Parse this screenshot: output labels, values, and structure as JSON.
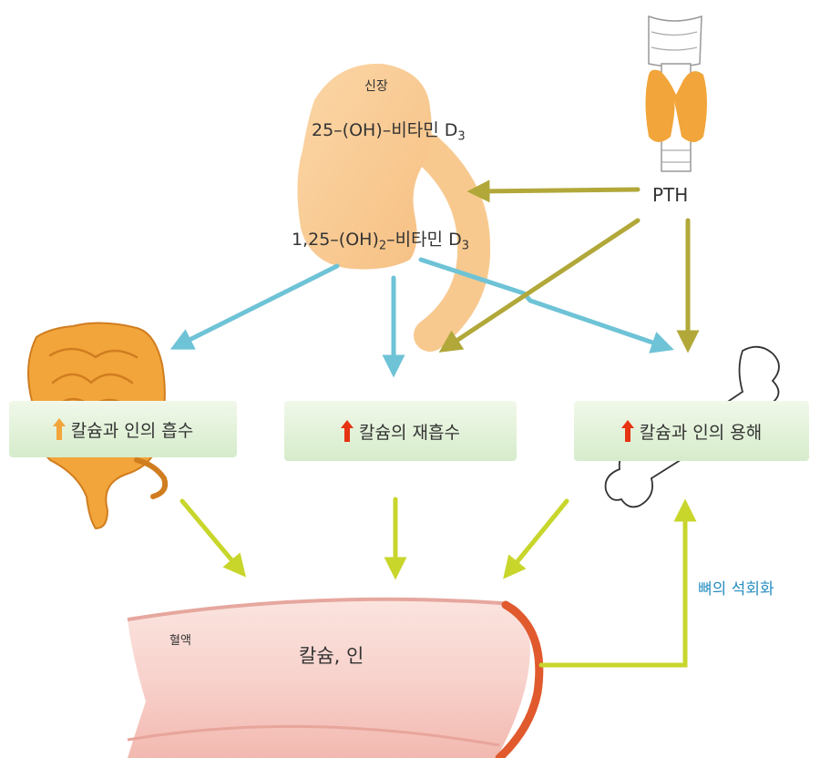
{
  "labels": {
    "kidney": "신장",
    "vitd_25": "25–(OH)–비타민 D",
    "vitd_25_sub": "3",
    "vitd_125_pre": "1,25–(OH)",
    "vitd_125_sub1": "2",
    "vitd_125_mid": "–비타민 D",
    "vitd_125_sub2": "3",
    "pth": "PTH",
    "blood": "혈액",
    "blood_content": "칼슘, 인",
    "bone_calcification": "뼈의 석회화"
  },
  "boxes": {
    "intestine": "칼슘과 인의 흡수",
    "kidney": "칼슘의 재흡수",
    "bone": "칼슘과 인의 용해"
  },
  "colors": {
    "vitamin_d_arrow": "#6ec3d6",
    "pth_arrow": "#b2a83a",
    "flow_arrow": "#c8d62c",
    "increase_arrow": "#e63312",
    "kidney": "#f8c98f",
    "intestine": "#f2a53a",
    "thyroid": "#f2a53a",
    "blood_vessel": "#f6c7c0",
    "vessel_rim": "#e05a2e",
    "box_fill": "#e3f2d8",
    "bone_label_text": "#2b8fc2"
  }
}
